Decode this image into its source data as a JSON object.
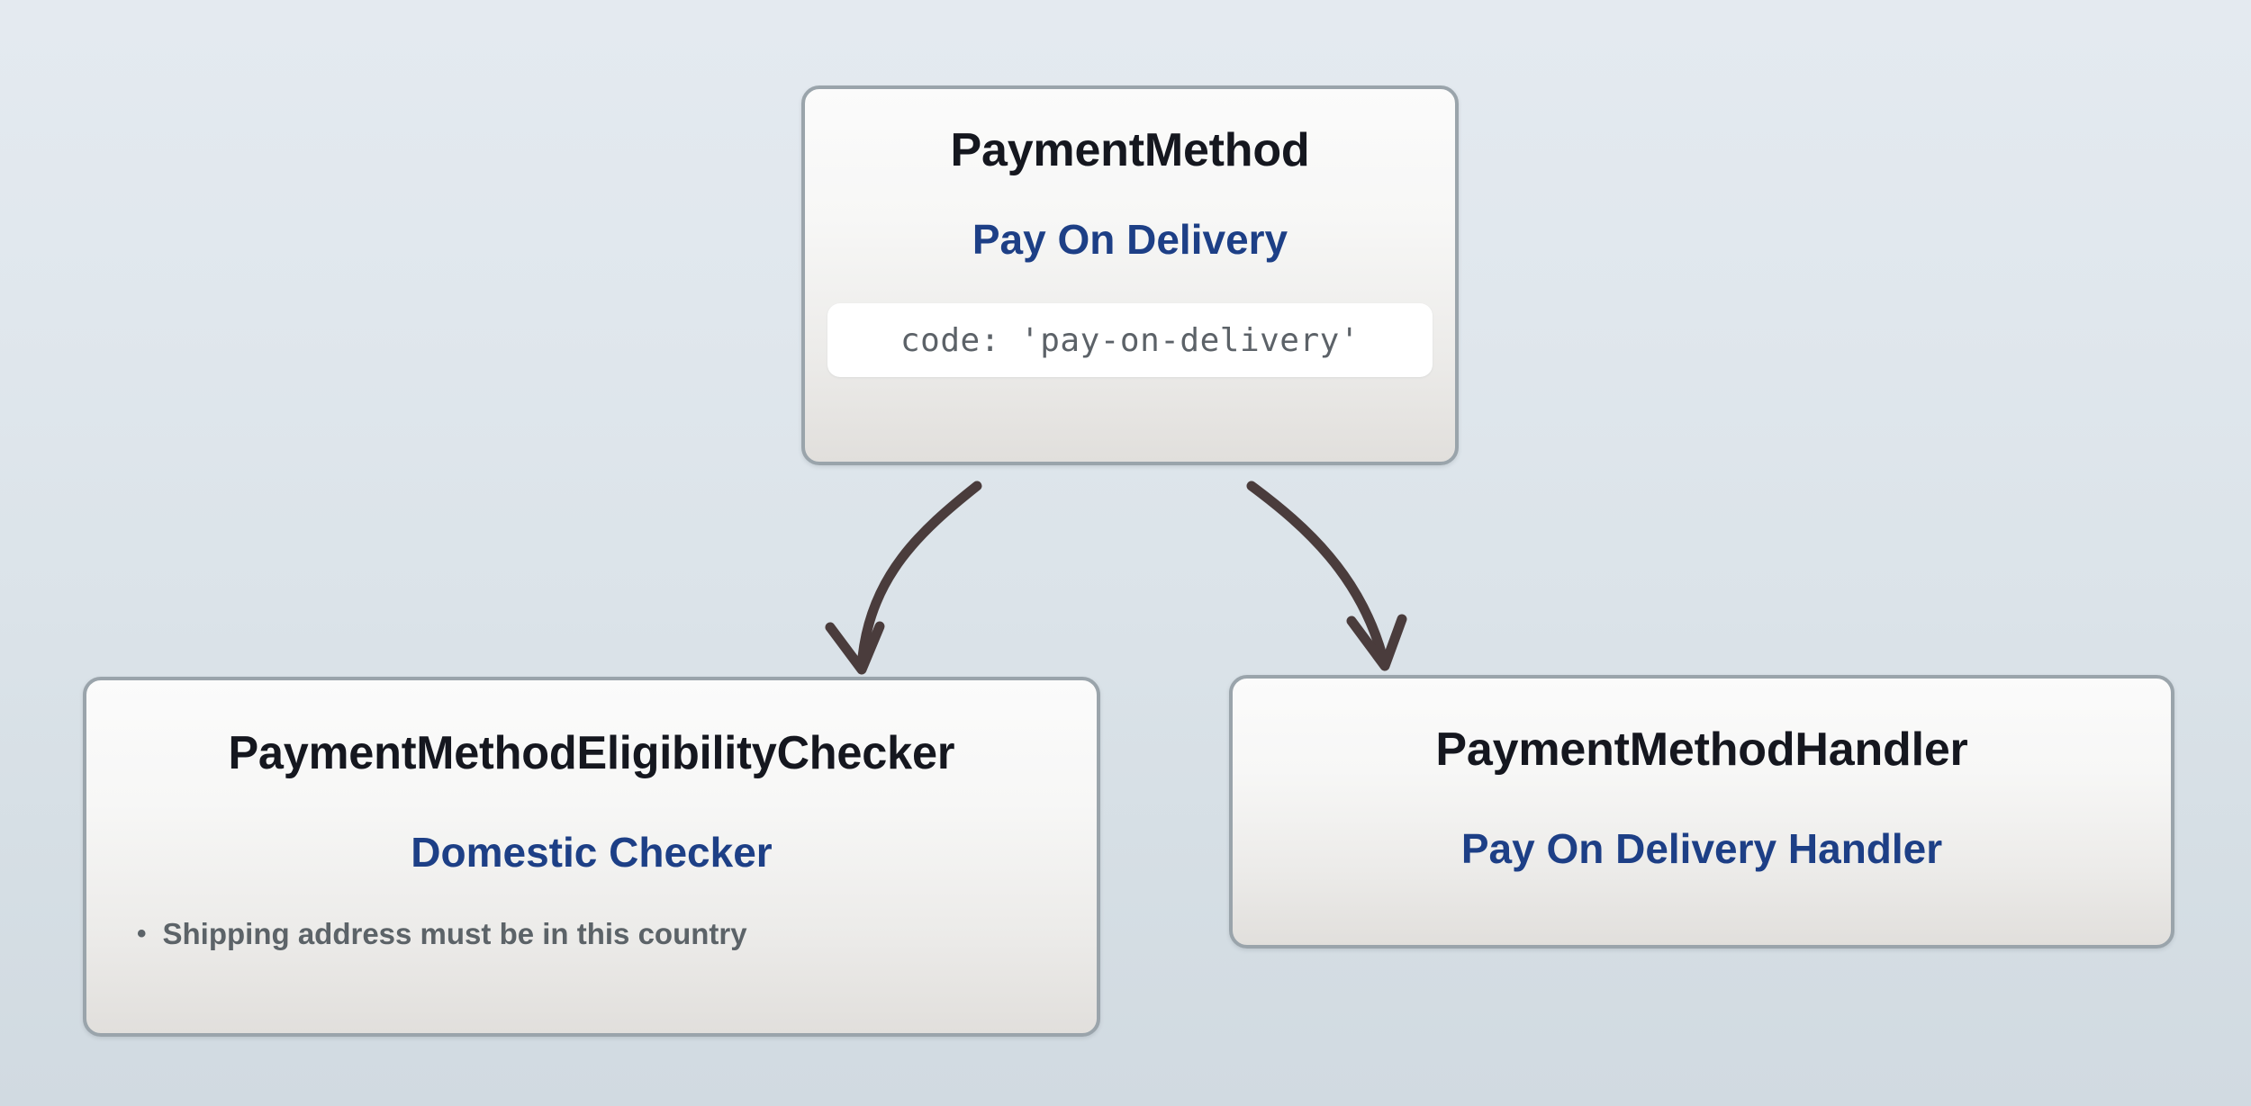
{
  "diagram": {
    "type": "payment-method-relationship-diagram",
    "background_top_color": "#e4eaf0",
    "background_bottom_color": "#d1dae1",
    "title_color": "#15171f",
    "subtitle_color": "#1d3f86",
    "body_text_color": "#5c6368",
    "node_border_color": "#9aa4ab",
    "edge_color": "#4a3c3c"
  },
  "nodes": {
    "payment_method": {
      "title": "PaymentMethod",
      "subtitle": "Pay On Delivery",
      "code": "code: 'pay-on-delivery'"
    },
    "eligibility_checker": {
      "title": "PaymentMethodEligibilityChecker",
      "subtitle": "Domestic Checker",
      "bullet_glyph": "•",
      "rules": [
        "Shipping address must be in this country"
      ]
    },
    "payment_handler": {
      "title": "PaymentMethodHandler",
      "subtitle": "Pay On Delivery Handler"
    }
  },
  "edges": [
    {
      "from": "payment_method",
      "to": "eligibility_checker",
      "style": "curved-arrow"
    },
    {
      "from": "payment_method",
      "to": "payment_handler",
      "style": "curved-arrow"
    }
  ]
}
